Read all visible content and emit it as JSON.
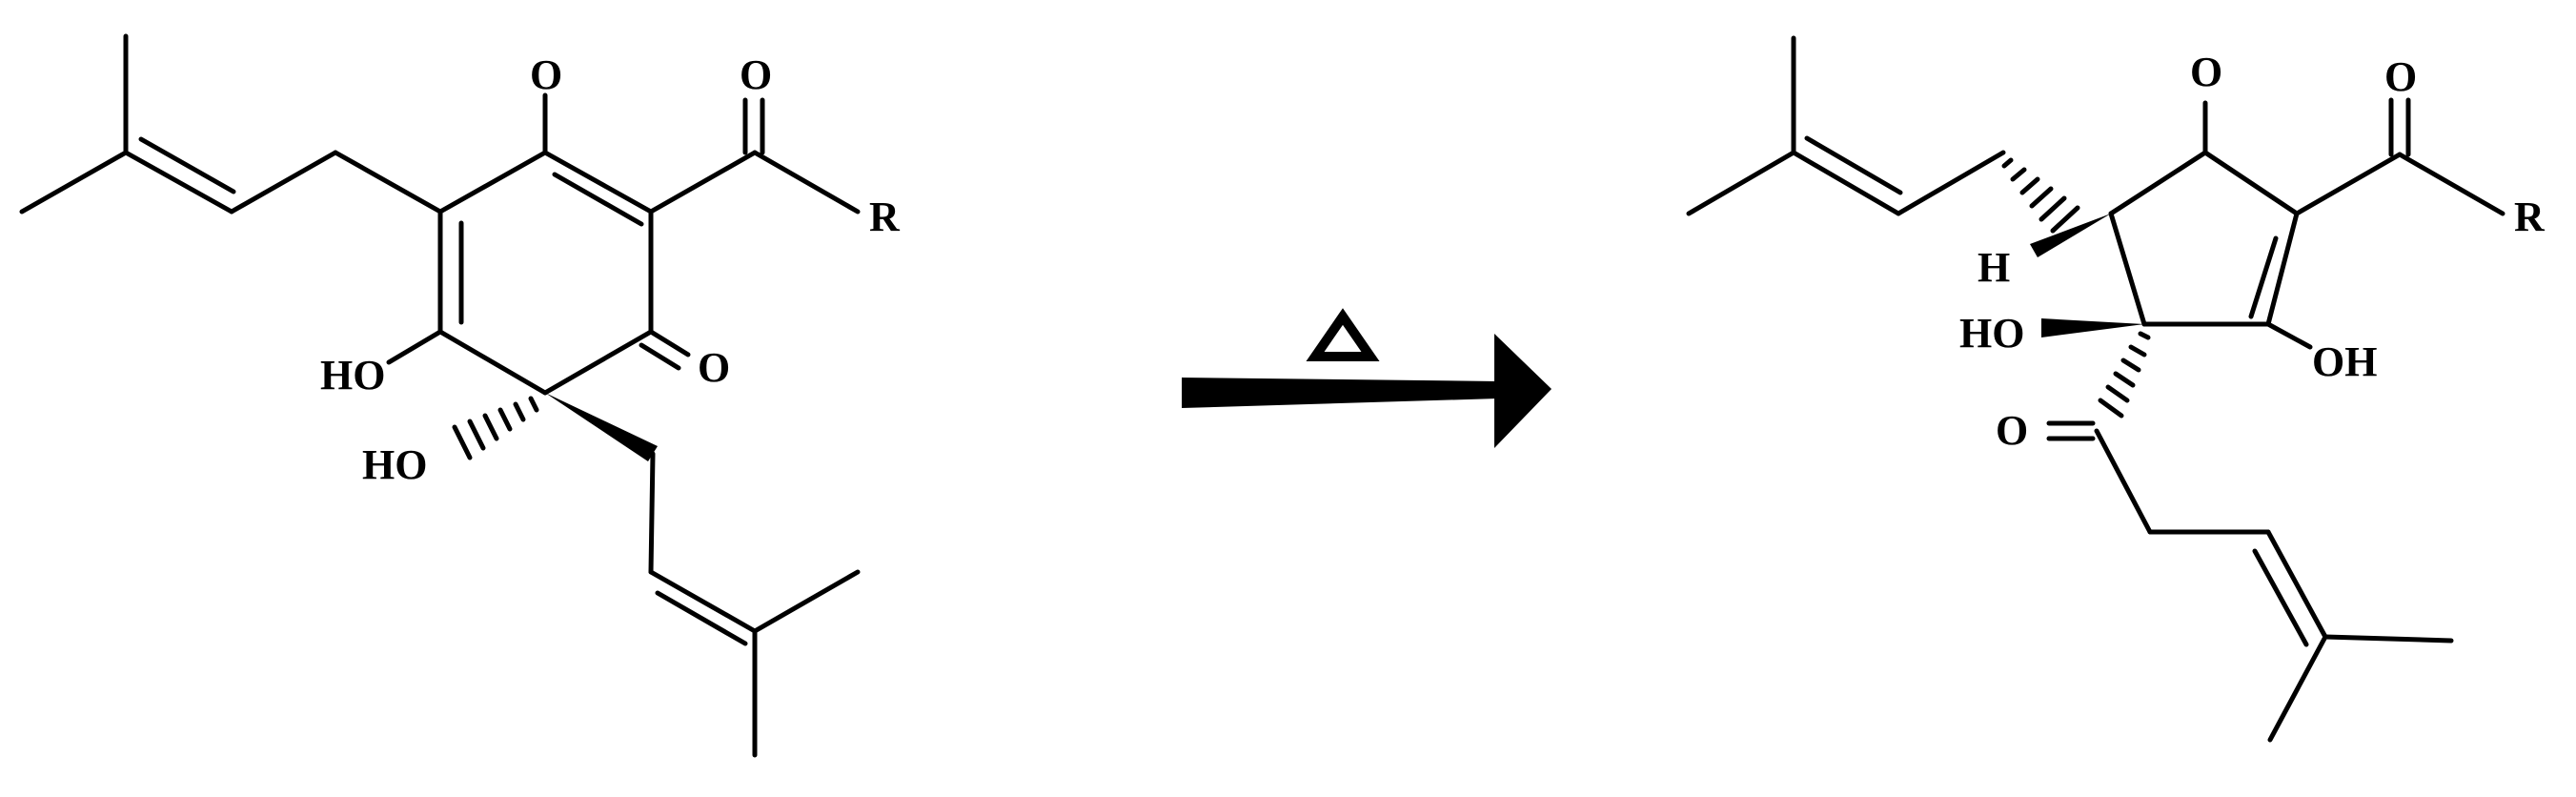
{
  "scheme": {
    "reactant": {
      "labels": {
        "o_top": "O",
        "o_acyl": "O",
        "r": "R",
        "o_ketone": "O",
        "ho_enol": "HO",
        "ho_tert": "HO"
      }
    },
    "arrow": {
      "condition_symbol": "heat-triangle-icon"
    },
    "product": {
      "labels": {
        "o_ring": "O",
        "o_acyl": "O",
        "r": "R",
        "h": "H",
        "ho": "HO",
        "oh": "OH",
        "o_side": "O"
      }
    },
    "colors": {
      "ink": "#000000",
      "background": "#ffffff"
    }
  }
}
